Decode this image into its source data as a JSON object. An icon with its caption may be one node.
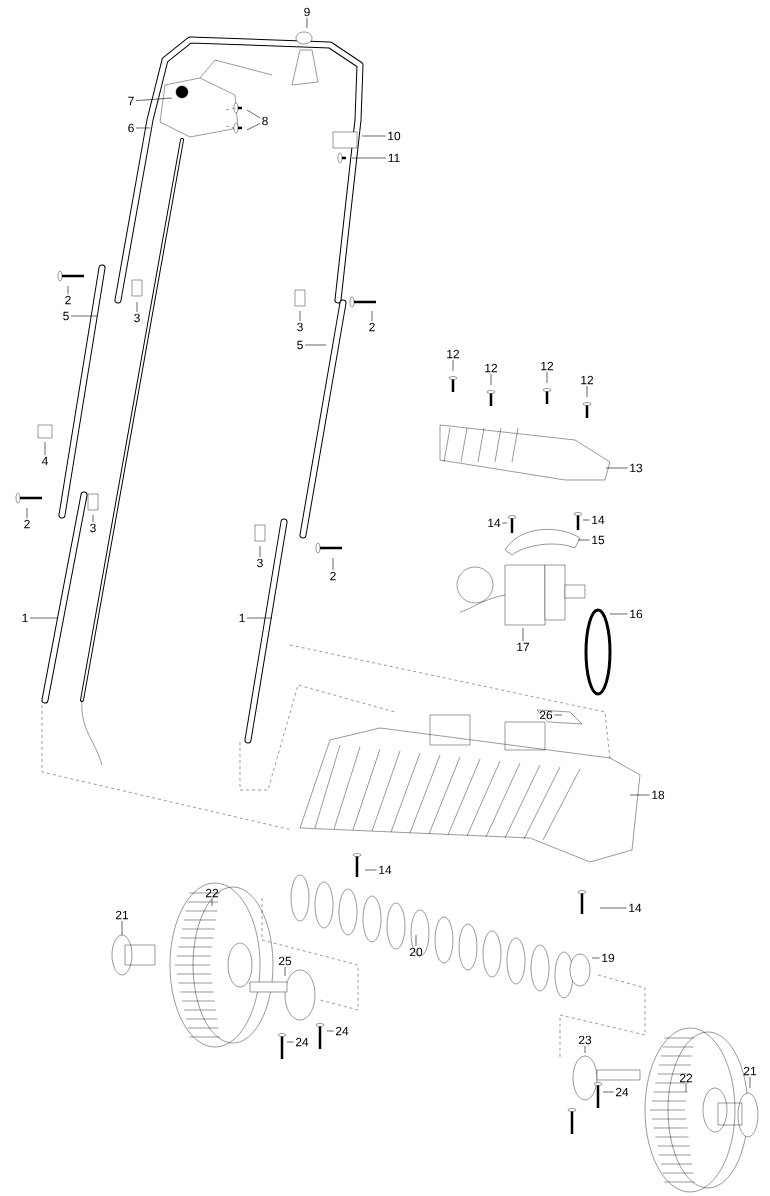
{
  "diagram": {
    "nodes": [
      {
        "text": [
          "9"
        ]
      },
      {
        "text": [
          "7"
        ]
      },
      {
        "text": [
          "6"
        ]
      },
      {
        "text": [
          "8"
        ]
      },
      {
        "text": [
          "10"
        ]
      },
      {
        "text": [
          "11"
        ]
      },
      {
        "text": [
          "2"
        ]
      },
      {
        "text": [
          "5"
        ]
      },
      {
        "text": [
          "3"
        ]
      },
      {
        "text": [
          "3"
        ]
      },
      {
        "text": [
          "2"
        ]
      },
      {
        "text": [
          "5"
        ]
      },
      {
        "text": [
          "12"
        ]
      },
      {
        "text": [
          "12"
        ]
      },
      {
        "text": [
          "12"
        ]
      },
      {
        "text": [
          "12"
        ]
      },
      {
        "text": [
          "4"
        ]
      },
      {
        "text": [
          "13"
        ]
      },
      {
        "text": [
          "2"
        ]
      },
      {
        "text": [
          "3"
        ]
      },
      {
        "text": [
          "14"
        ]
      },
      {
        "text": [
          "14"
        ]
      },
      {
        "text": [
          "15"
        ]
      },
      {
        "text": [
          "3"
        ]
      },
      {
        "text": [
          "2"
        ]
      },
      {
        "text": [
          "1"
        ]
      },
      {
        "text": [
          "1"
        ]
      },
      {
        "text": [
          "16"
        ]
      },
      {
        "text": [
          "17"
        ]
      },
      {
        "text": [
          "26"
        ]
      },
      {
        "text": [
          "18"
        ]
      },
      {
        "text": [
          "14"
        ]
      },
      {
        "text": [
          "14"
        ]
      },
      {
        "text": [
          "21"
        ]
      },
      {
        "text": [
          "22"
        ]
      },
      {
        "text": [
          "20"
        ]
      },
      {
        "text": [
          "19"
        ]
      },
      {
        "text": [
          "25"
        ]
      },
      {
        "text": [
          "24"
        ]
      },
      {
        "text": [
          "24"
        ]
      },
      {
        "text": [
          "23"
        ]
      },
      {
        "text": [
          "22"
        ]
      },
      {
        "text": [
          "21"
        ]
      },
      {
        "text": [
          "24"
        ]
      }
    ],
    "edges": [
      {
        "from": 0,
        "to": null,
        "arrow": "none"
      },
      {
        "from": 1,
        "to": null,
        "arrow": "none"
      },
      {
        "from": 2,
        "to": null,
        "arrow": "none"
      },
      {
        "from": 3,
        "to": null,
        "arrow": "none"
      },
      {
        "from": 3,
        "to": null,
        "arrow": "none"
      },
      {
        "from": 4,
        "to": null,
        "arrow": "none"
      },
      {
        "from": 5,
        "to": null,
        "arrow": "none"
      },
      {
        "from": 6,
        "to": null,
        "arrow": "none"
      },
      {
        "from": 7,
        "to": null,
        "arrow": "none"
      },
      {
        "from": 8,
        "to": null,
        "arrow": "none"
      },
      {
        "from": 9,
        "to": null,
        "arrow": "none"
      },
      {
        "from": 10,
        "to": null,
        "arrow": "none"
      },
      {
        "from": 11,
        "to": null,
        "arrow": "none"
      },
      {
        "from": 12,
        "to": null,
        "arrow": "none"
      },
      {
        "from": 13,
        "to": null,
        "arrow": "none"
      },
      {
        "from": 14,
        "to": null,
        "arrow": "none"
      },
      {
        "from": 15,
        "to": null,
        "arrow": "none"
      },
      {
        "from": 16,
        "to": null,
        "arrow": "none"
      },
      {
        "from": 17,
        "to": null,
        "arrow": "none"
      },
      {
        "from": 18,
        "to": null,
        "arrow": "none"
      },
      {
        "from": 19,
        "to": null,
        "arrow": "none"
      },
      {
        "from": 20,
        "to": null,
        "arrow": "none"
      },
      {
        "from": 21,
        "to": null,
        "arrow": "none"
      },
      {
        "from": 22,
        "to": null,
        "arrow": "none"
      },
      {
        "from": 23,
        "to": null,
        "arrow": "none"
      },
      {
        "from": 24,
        "to": null,
        "arrow": "none"
      },
      {
        "from": 25,
        "to": null,
        "arrow": "none"
      },
      {
        "from": 26,
        "to": null,
        "arrow": "none"
      },
      {
        "from": 27,
        "to": null,
        "arrow": "none"
      },
      {
        "from": 28,
        "to": null,
        "arrow": "none"
      },
      {
        "from": 29,
        "to": null,
        "arrow": "none"
      },
      {
        "from": 30,
        "to": null,
        "arrow": "none"
      },
      {
        "from": 31,
        "to": null,
        "arrow": "none"
      },
      {
        "from": 32,
        "to": null,
        "arrow": "none"
      },
      {
        "from": 33,
        "to": null,
        "arrow": "none"
      },
      {
        "from": 34,
        "to": null,
        "arrow": "none"
      },
      {
        "from": 35,
        "to": null,
        "arrow": "none"
      },
      {
        "from": 36,
        "to": null,
        "arrow": "none"
      },
      {
        "from": 37,
        "to": null,
        "arrow": "none"
      },
      {
        "from": 38,
        "to": null,
        "arrow": "none"
      },
      {
        "from": 39,
        "to": null,
        "arrow": "none"
      },
      {
        "from": 40,
        "to": null,
        "arrow": "none"
      },
      {
        "from": 41,
        "to": null,
        "arrow": "none"
      },
      {
        "from": 42,
        "to": null,
        "arrow": "none"
      },
      {
        "from": 43,
        "to": null,
        "arrow": "none"
      }
    ]
  }
}
